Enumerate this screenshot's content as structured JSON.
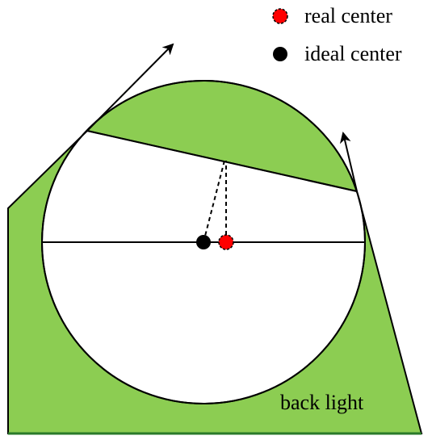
{
  "legend": {
    "real_center": "real center",
    "ideal_center": "ideal center"
  },
  "labels": {
    "region": "back light"
  },
  "colors": {
    "backlight": "#8ccd52",
    "real_center_fill": "#ff0000",
    "ideal_center_fill": "#000000",
    "stroke": "#000000"
  }
}
